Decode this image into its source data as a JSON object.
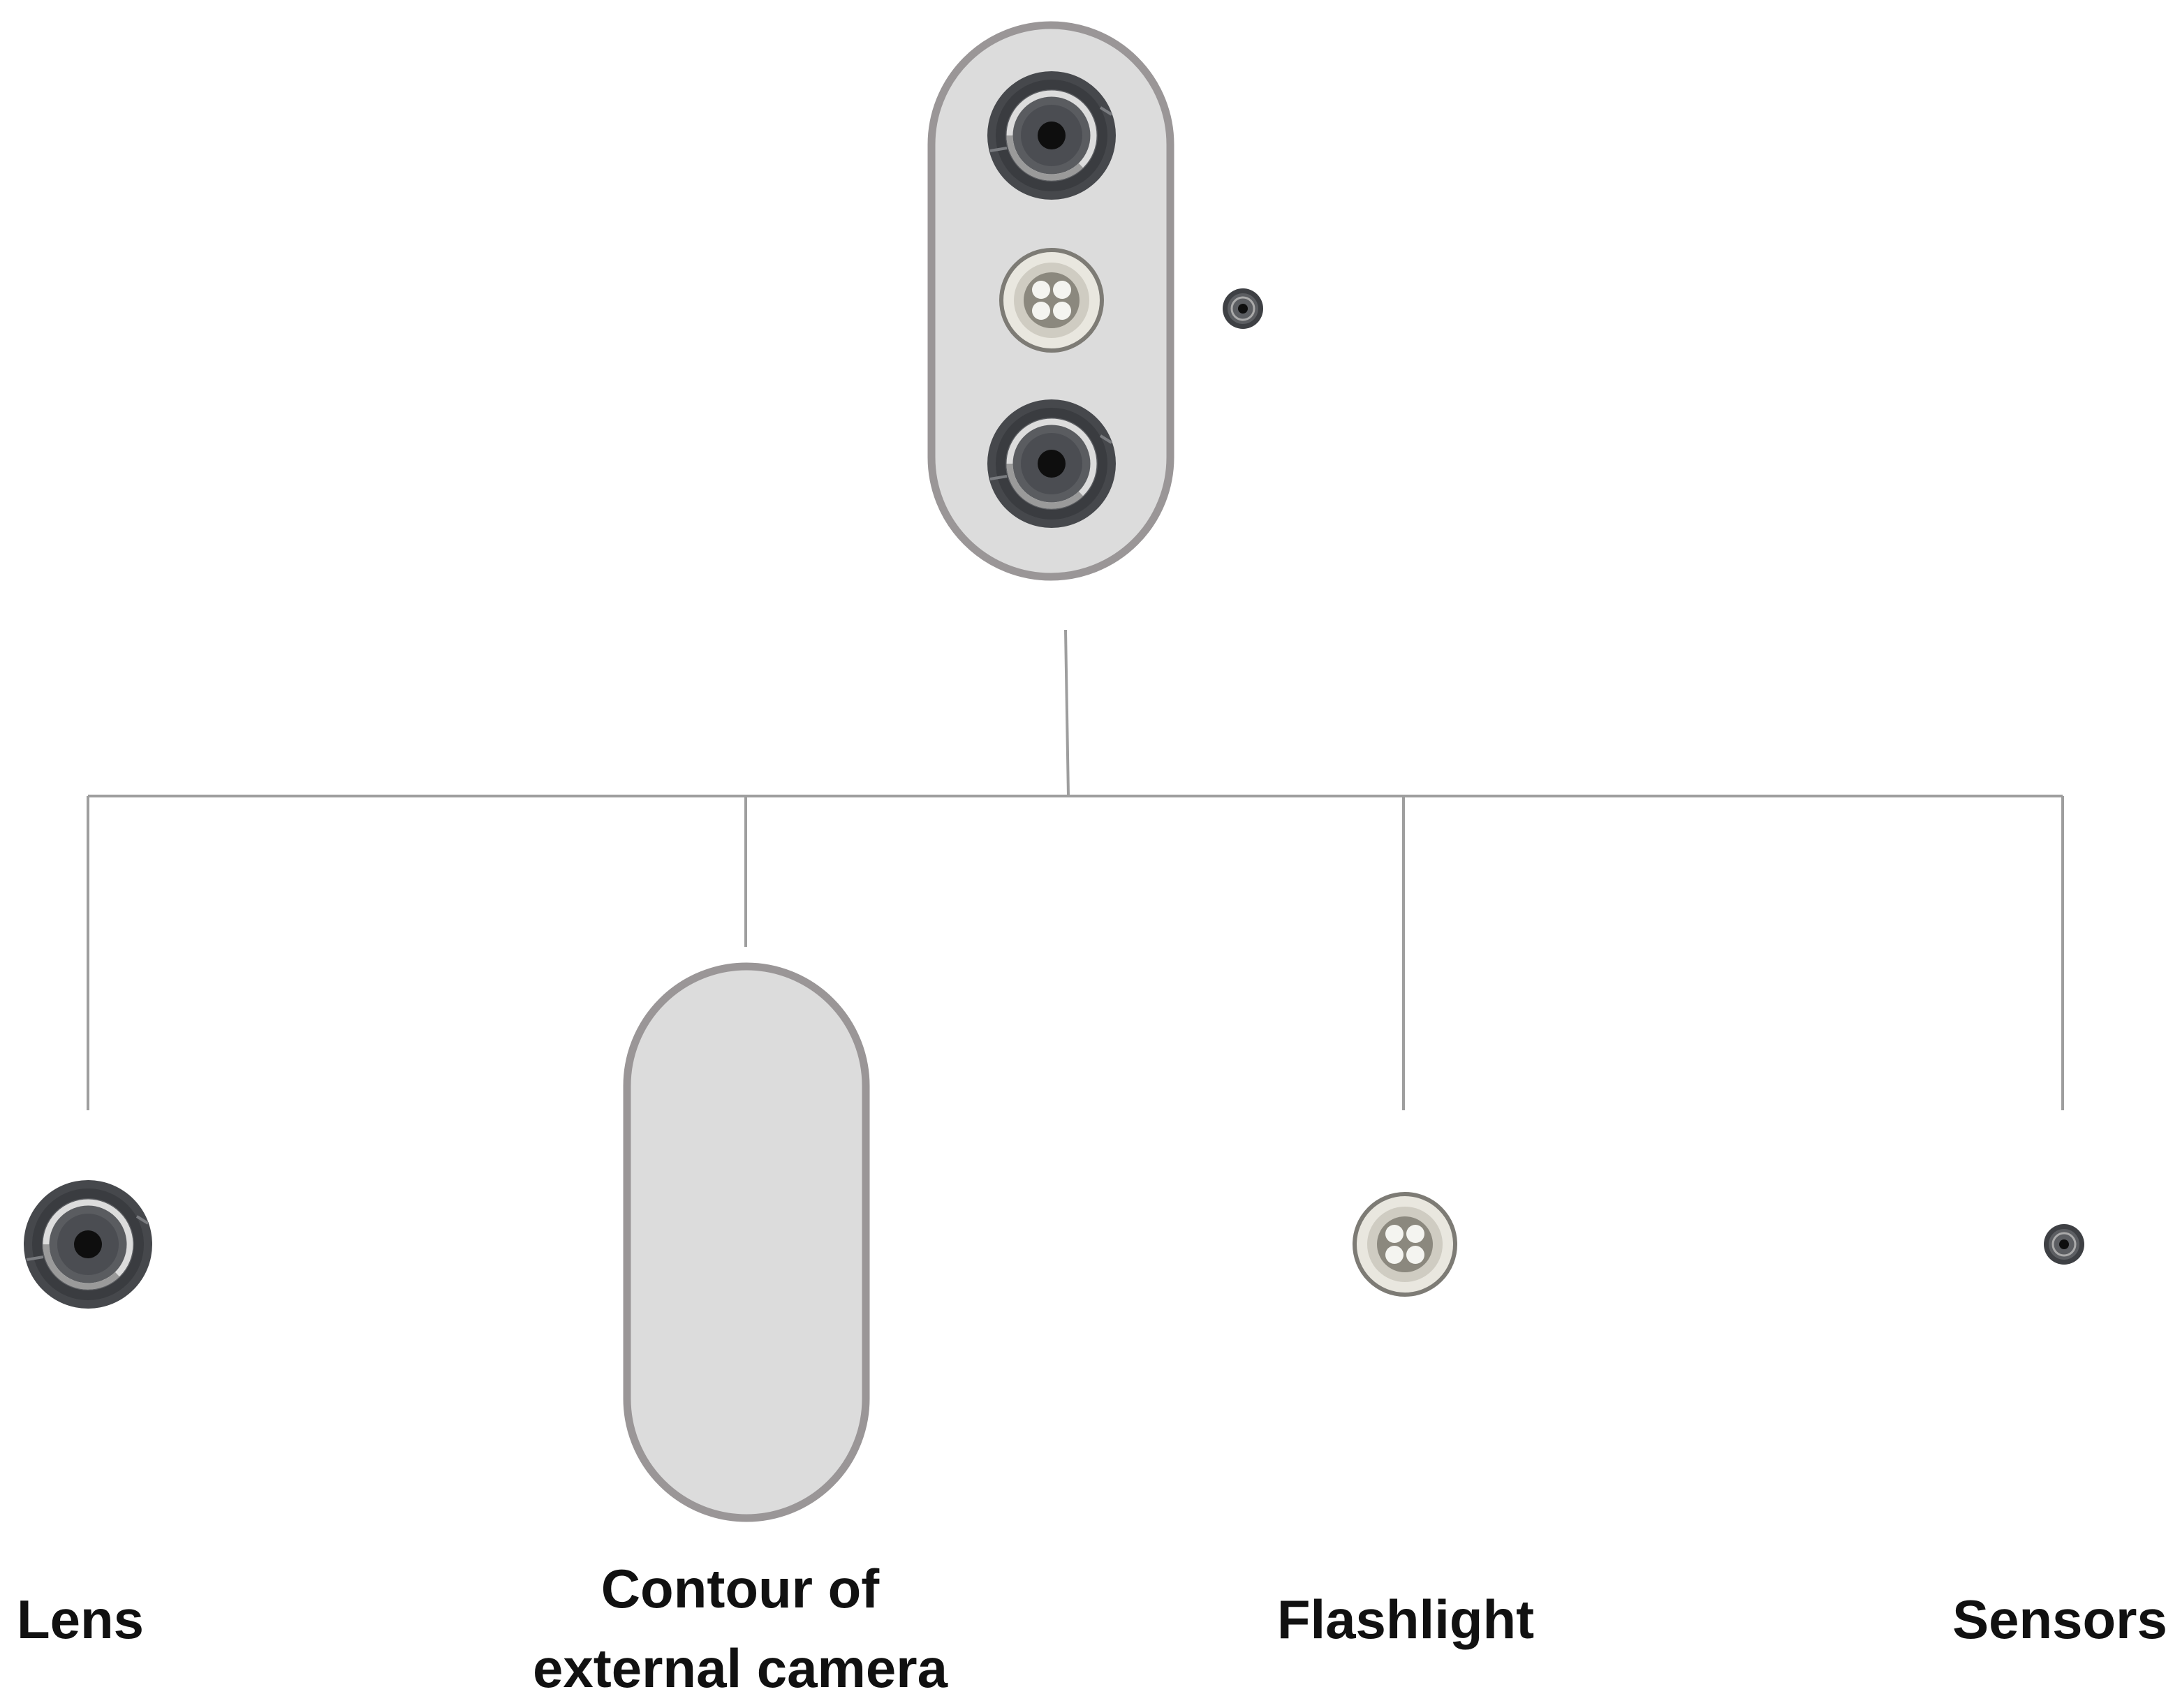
{
  "labels": {
    "lens": "Lens",
    "contour_line1": "Contour of",
    "contour_line2": "external camera",
    "flashlight": "Flashlight",
    "sensors": "Sensors"
  },
  "colors": {
    "module_fill": "#dcdcdc",
    "module_stroke": "#9a9697",
    "connector": "#9e9e9e",
    "lens_outer": "#46484c",
    "lens_inner": "#55575b",
    "lens_ring": "#d8d8d8",
    "lens_core": "#111111",
    "flash_ring": "#e6e4dc",
    "flash_inner": "#8a877d",
    "flash_led": "#f2f2ee",
    "text": "#111111"
  },
  "icons": {
    "lens": "camera-lens-icon",
    "flashlight": "led-flash-icon",
    "sensor": "sensor-dot-icon",
    "contour": "pill-contour-icon"
  }
}
